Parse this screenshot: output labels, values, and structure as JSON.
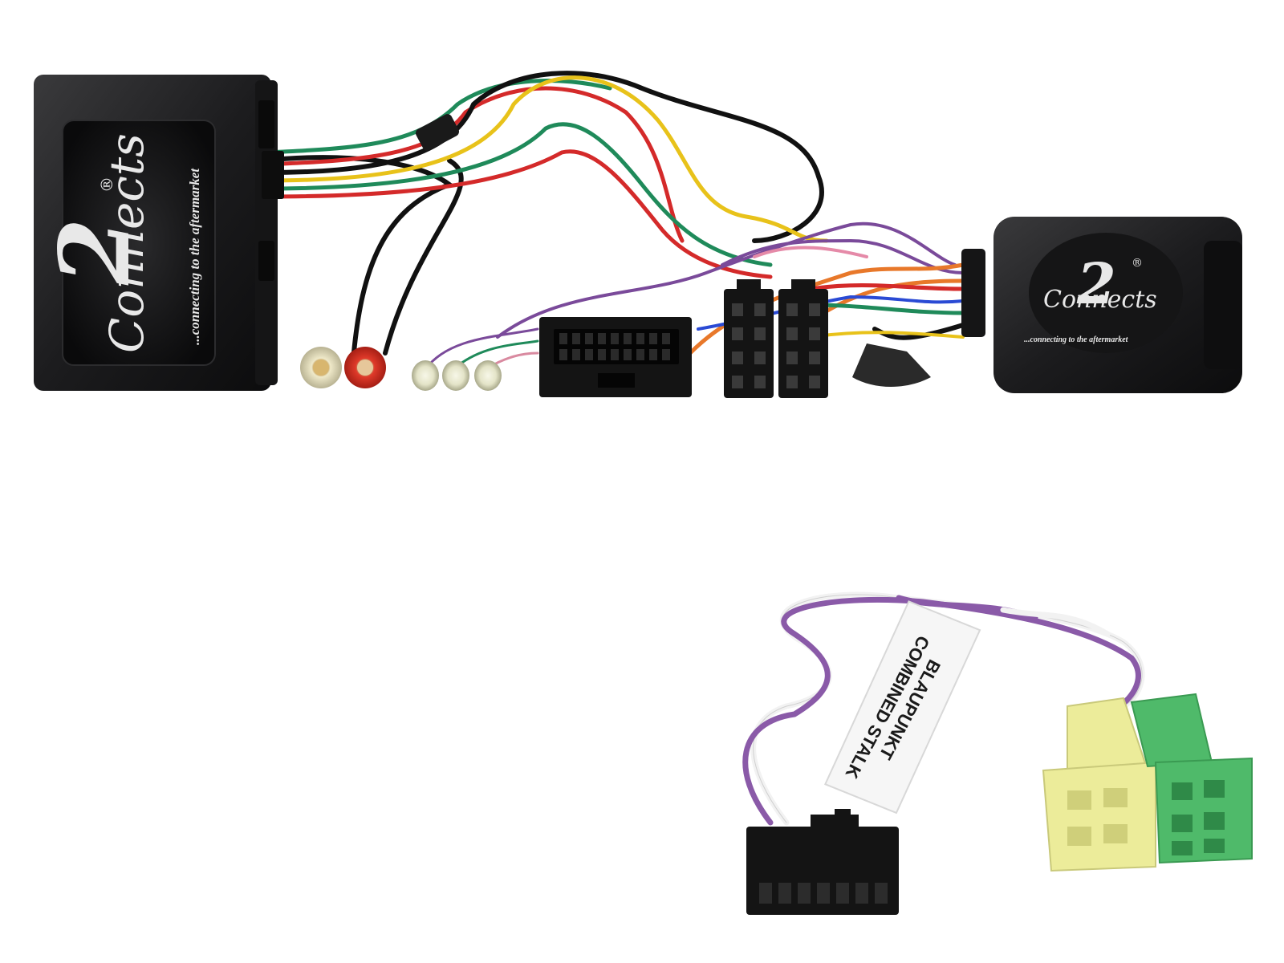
{
  "product": {
    "large_box": {
      "logo_text": "Connects",
      "logo_number": "2",
      "registered_mark": "®",
      "tagline": "...connecting to the aftermarket"
    },
    "small_box": {
      "logo_text": "Connects",
      "logo_number": "2",
      "registered_mark": "®",
      "tagline": "...connecting to the aftermarket"
    },
    "patch_lead_label": {
      "line1": "BLAUPUNKT",
      "line2": "COMBINED STALK"
    }
  },
  "colors": {
    "module_body": "#1c1c1e",
    "wire_black": "#111111",
    "wire_red": "#d42a2a",
    "wire_green": "#1f8a5a",
    "wire_yellow": "#e8c21a",
    "wire_purple": "#7a4a9a",
    "wire_orange": "#e8782a",
    "wire_blue": "#2a4ad4",
    "connector_yellow": "#ecec9a",
    "connector_green": "#4fba6a"
  }
}
